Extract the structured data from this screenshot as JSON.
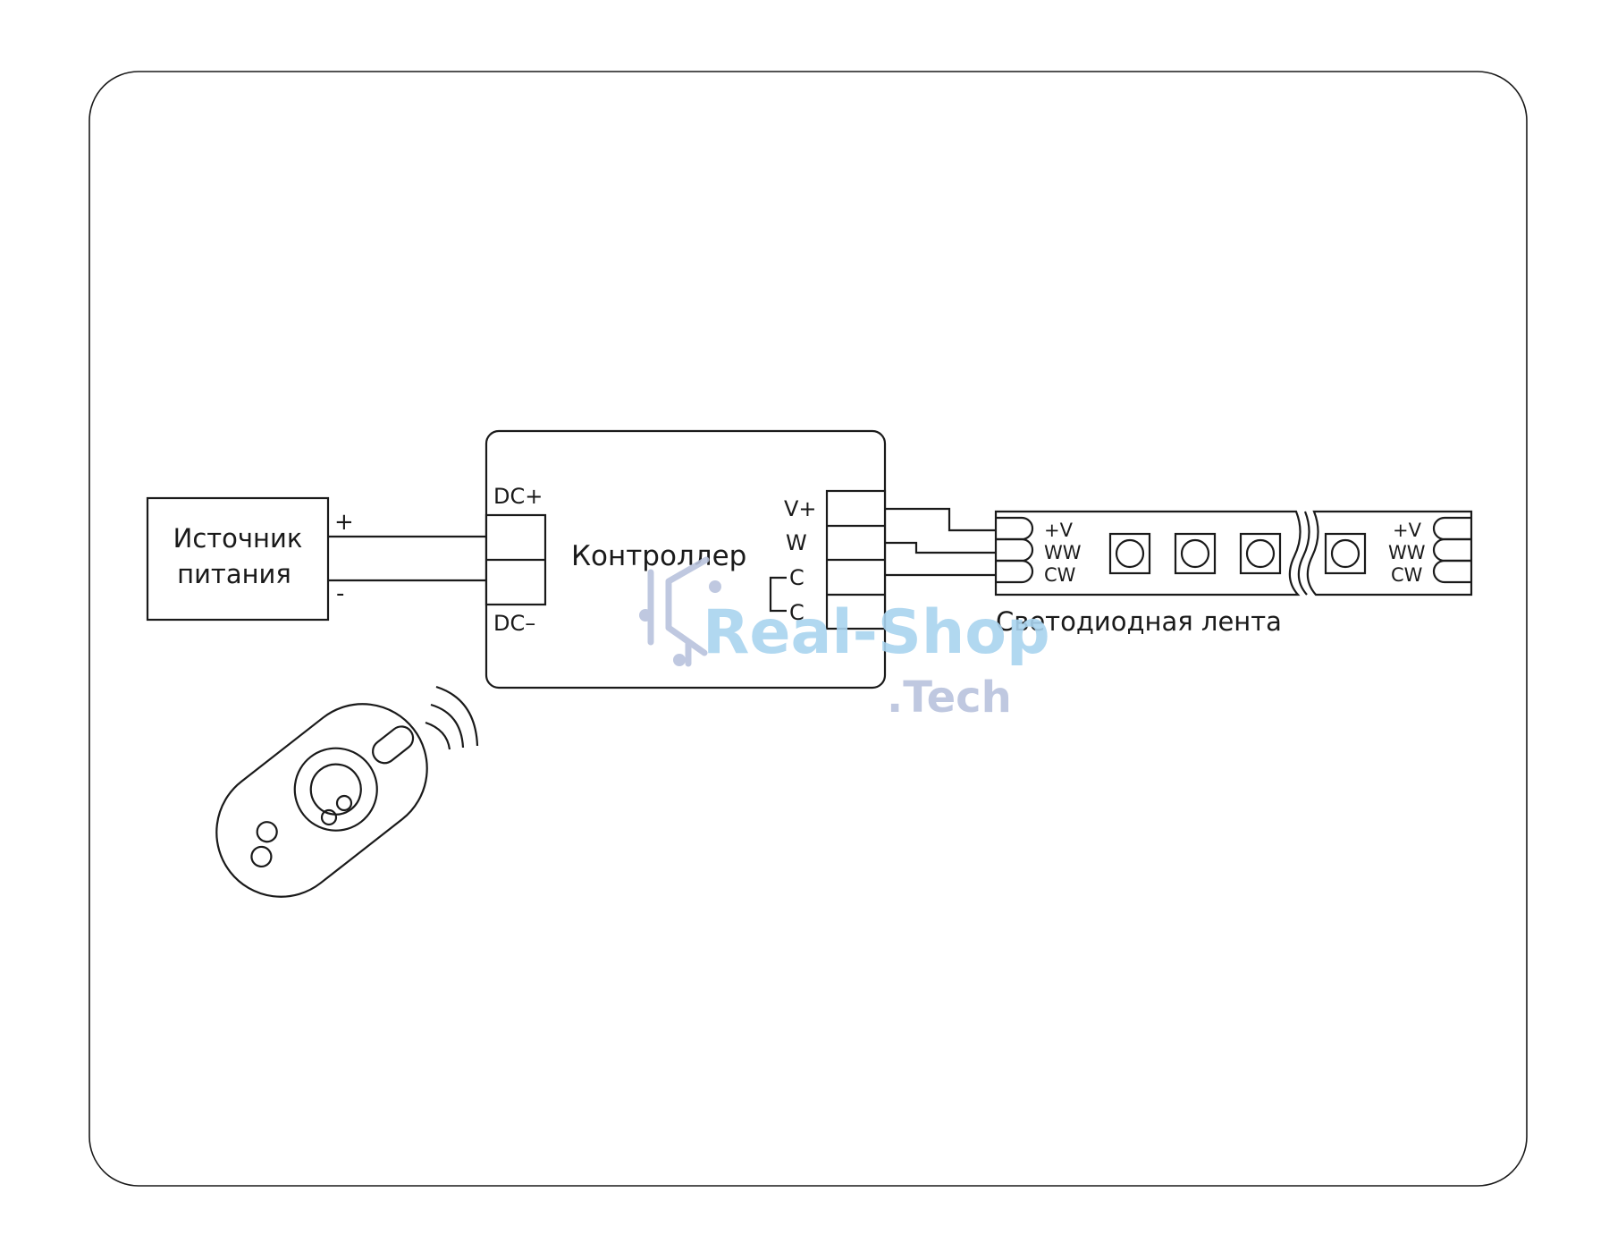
{
  "power_supply": {
    "line1": "Источник",
    "line2": "питания",
    "plus": "+",
    "minus": "-"
  },
  "controller": {
    "title": "Контроллер",
    "dc_plus": "DC+",
    "dc_minus": "DC–",
    "out_vplus": "V+",
    "out_w": "W",
    "out_c1": "C",
    "out_c2": "C"
  },
  "led_strip": {
    "label": "Светодиодная лента",
    "pins_left": [
      "+V",
      "WW",
      "CW"
    ],
    "pins_right": [
      "+V",
      "WW",
      "CW"
    ]
  },
  "remote": {
    "icon": "remote-control-icon",
    "signal_icon": "wireless-signal-icon"
  },
  "watermark": {
    "main": "Real-Shop",
    "sub": ".Tech"
  },
  "colors": {
    "line": "#1a1a1a",
    "watermark_main": "#a9d4ef",
    "watermark_sub": "#b9c3dd"
  }
}
